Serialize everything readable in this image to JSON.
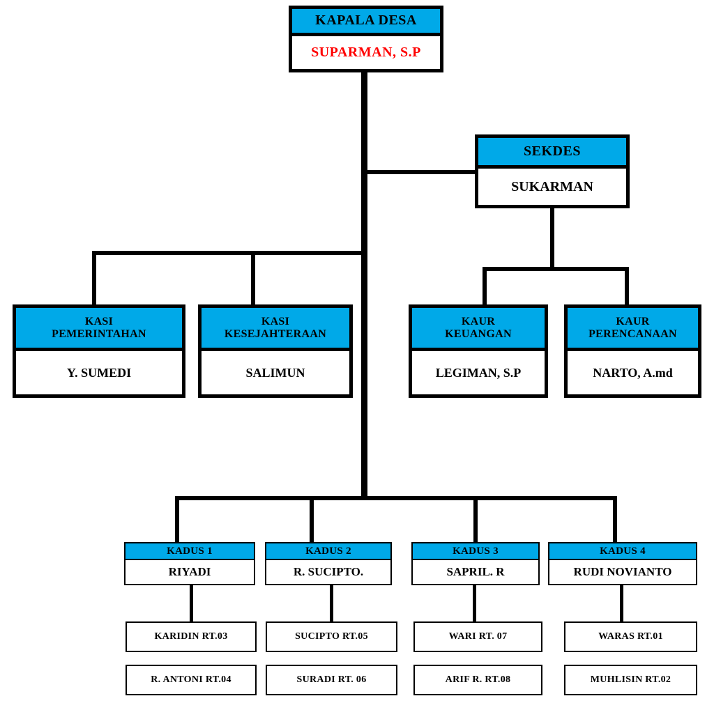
{
  "chart_title": "",
  "colors": {
    "header_fill": "#00A9E8",
    "body_fill": "#FFFFFF",
    "border": "#000000",
    "leader_text": "#FF0000",
    "text": "#000000"
  },
  "nodes": {
    "kepala_desa": {
      "title": "KAPALA  DESA",
      "name": "SUPARMAN,  S.P"
    },
    "sekdes": {
      "title": "SEKDES",
      "name": "SUKARMAN"
    },
    "kasi_pemerintahan": {
      "title_line1": "KASI",
      "title_line2": "PEMERINTAHAN",
      "name": "Y.  SUMEDI"
    },
    "kasi_kesejahteraan": {
      "title_line1": "KASI",
      "title_line2": "KESEJAHTERAAN",
      "name": "SALIMUN"
    },
    "kaur_keuangan": {
      "title_line1": "KAUR",
      "title_line2": "KEUANGAN",
      "name": "LEGIMAN,  S.P"
    },
    "kaur_perencanaan": {
      "title_line1": "KAUR",
      "title_line2": "PERENCANAAN",
      "name": "NARTO,  A.md"
    },
    "kadus_1": {
      "title": "KADUS  1",
      "name": "RIYADI"
    },
    "kadus_2": {
      "title": "KADUS  2",
      "name": "R.  SUCIPTO."
    },
    "kadus_3": {
      "title": "KADUS  3",
      "name": "SAPRIL.  R"
    },
    "kadus_4": {
      "title": "KADUS  4",
      "name": "RUDI  NOVIANTO"
    }
  },
  "rt_nodes": {
    "c1_r1": "KARIDIN  RT.03",
    "c1_r2": "R.  ANTONI  RT.04",
    "c2_r1": "SUCIPTO  RT.05",
    "c2_r2": "SURADI  RT. 06",
    "c3_r1": "WARI  RT. 07",
    "c3_r2": "ARIF  R.  RT.08",
    "c4_r1": "WARAS  RT.01",
    "c4_r2": "MUHLISIN  RT.02"
  }
}
